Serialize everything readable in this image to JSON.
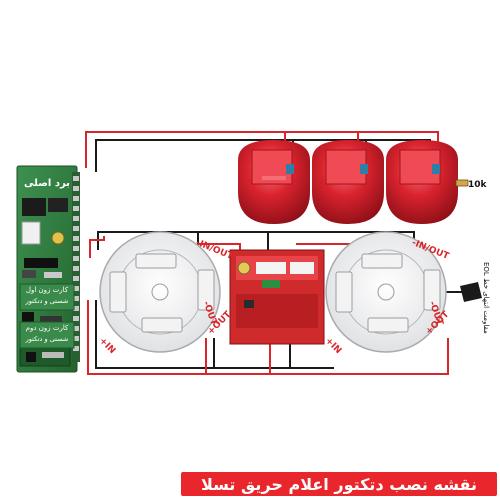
{
  "caption": "نقشه نصب دتکتور اعلام حریق تسلا",
  "panel": {
    "title": "برد اصلی",
    "zone1": "کارت زون اول",
    "zone1_sub": "شستی و دتکتور",
    "zone2": "کارت زون دوم",
    "zone2_sub": "شستی و دتکتور"
  },
  "detector_left": {
    "in_out": "-IN/OUT",
    "out_minus": "-OUT",
    "out_plus": "+OUT",
    "in_plus": "+IN"
  },
  "detector_right": {
    "in_out": "-IN/OUT",
    "out_minus": "-OUT",
    "out_plus": "+OUT",
    "in_plus": "+IN"
  },
  "resistor_label": "10k",
  "eol_label": "مقاومت انتهای خط EOL",
  "colors": {
    "wire_red": "#d7262c",
    "wire_black": "#1a1a1a",
    "caption_bg": "#e8262c",
    "board_green": "#2f7d3f",
    "siren_red": "#d9232e",
    "call_point_red": "#cf2a2c"
  }
}
